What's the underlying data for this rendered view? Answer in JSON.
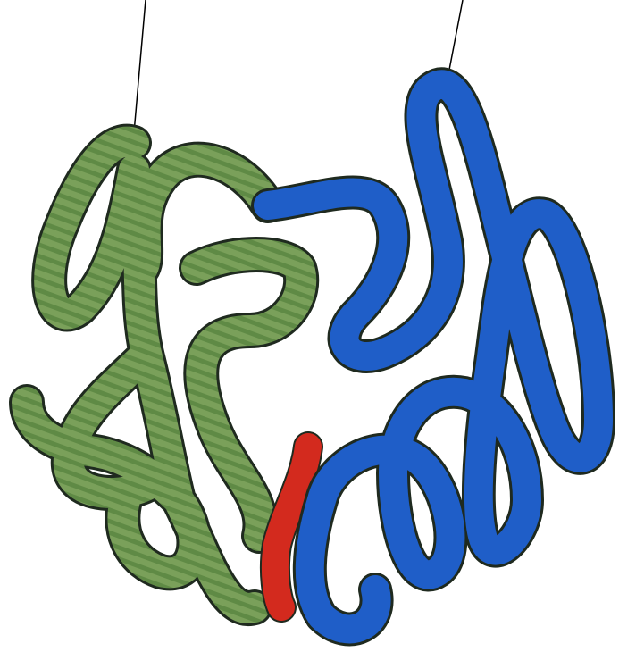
{
  "figure": {
    "domains": [
      {
        "id": "domain-a",
        "pattern": "striped",
        "color": "#7aa05a",
        "stripe_color": "#5f8a45"
      },
      {
        "id": "linker",
        "color": "#d32a1e"
      },
      {
        "id": "domain-b",
        "color": "#1f5ec8"
      }
    ],
    "leader_line_color": "#000000"
  }
}
